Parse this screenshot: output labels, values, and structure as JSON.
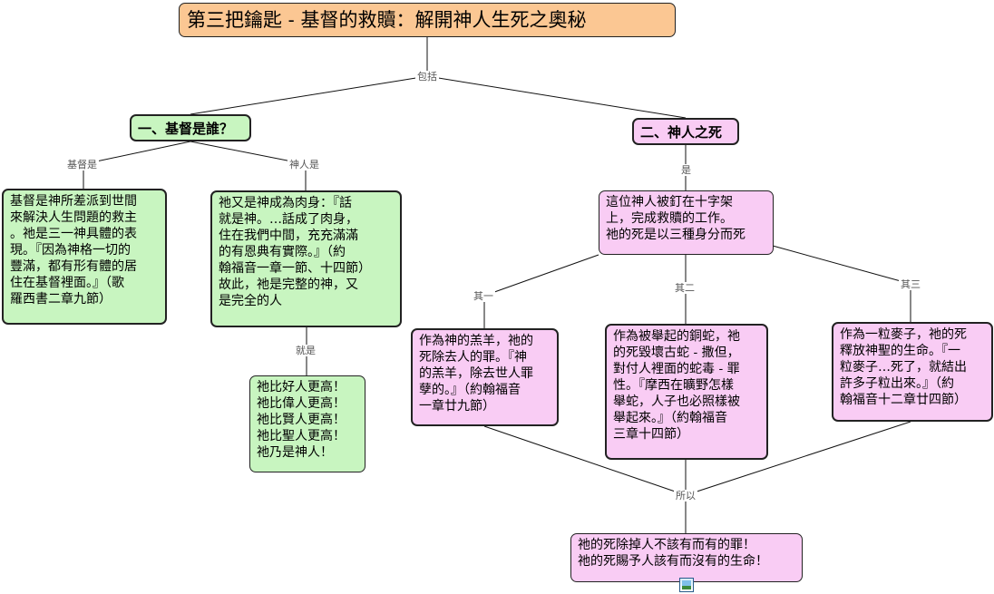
{
  "title": "第三把鑰匙 - 基督的救贖：解開神人生死之奧秘",
  "labels": {
    "include": "包括",
    "christ_is": "基督是",
    "god_man_is": "神人是",
    "that_is": "就是",
    "is": "是",
    "first": "其一",
    "second": "其二",
    "third": "其三",
    "therefore": "所以"
  },
  "nodes": {
    "who_is_christ": "一、基督是誰？",
    "god_man_death": "二、神人之死",
    "christ_sent": "基督是神所差派到世間\n來解決人生問題的救主\n。祂是三一神具體的表\n現。『因為神格一切的\n豐滿，都有形有體的居\n住在基督裡面。』（歌\n羅西書二章九節）",
    "god_became_flesh": "祂又是神成為肉身：『話\n就是神。…話成了肉身，\n住在我們中間，充充滿滿\n的有恩典有實際。』（約\n翰福音一章一節、十四節）\n故此，祂是完整的神，又\n是完全的人",
    "higher_than": "祂比好人更高！\n祂比偉人更高！\n祂比賢人更高！\n祂比聖人更高！\n祂乃是神人！",
    "crucified": "這位神人被釘在十字架\n上，完成救贖的工作。\n祂的死是以三種身分而死",
    "lamb": "作為神的羔羊，祂的\n死除去人的罪。『神\n的羔羊，除去世人罪\n孽的。』（約翰福音\n一章廿九節）",
    "serpent": "作為被舉起的銅蛇，祂\n的死毀壞古蛇 - 撒但，\n對付人裡面的蛇毒 - 罪\n性。『摩西在曠野怎樣\n舉蛇，人子也必照樣被\n舉起來。』（約翰福音\n三章十四節）",
    "grain": "作為一粒麥子，祂的死\n釋放神聖的生命。『一\n粒麥子…死了，就結出\n許多子粒出來。』（約\n翰福音十二章廿四節）",
    "result": "祂的死除掉人不該有而有的罪！\n祂的死賜予人該有而沒有的生命！"
  },
  "colors": {
    "title_fill": "#fbc793",
    "green_fill": "#c8f5c0",
    "pink_fill": "#f9ccf4",
    "link": "#111111"
  },
  "attachment_icon": "picture-icon"
}
